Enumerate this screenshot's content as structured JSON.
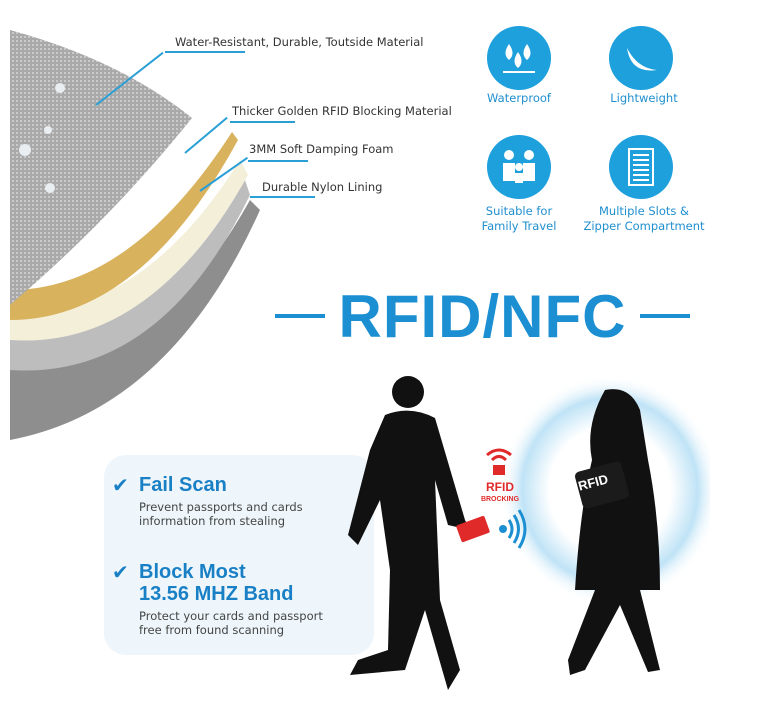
{
  "layers": [
    "Water-Resistant, Durable, Toutside Material",
    "Thicker Golden RFID Blocking Material",
    "3MM Soft Damping Foam",
    "Durable Nylon Lining"
  ],
  "features": [
    {
      "label": "Waterproof",
      "icon": "water-drops-icon"
    },
    {
      "label": "Lightweight",
      "icon": "feather-icon"
    },
    {
      "label": "Suitable for\nFamily Travel",
      "line1": "Suitable for",
      "line2": "Family Travel",
      "icon": "family-icon"
    },
    {
      "label": "Multiple Slots & Zipper Compartment",
      "line1": "Multiple Slots &",
      "line2": "Zipper Compartment",
      "icon": "slots-icon"
    }
  ],
  "title": "RFID/NFC",
  "benefits": [
    {
      "heading": "Fail Scan",
      "text1": "Prevent passports and cards",
      "text2": "information from stealing"
    },
    {
      "heading1": "Block Most",
      "heading2": "13.56 MHZ Band",
      "text1": "Protect your cards and passport",
      "text2": "free from found scanning"
    }
  ],
  "scene": {
    "badge1": "RFID",
    "badge2": "BROCKING",
    "bag_label": "RFID"
  },
  "colors": {
    "accent": "#1ea0dd",
    "title": "#1c8fd2",
    "red": "#e02a2a"
  }
}
